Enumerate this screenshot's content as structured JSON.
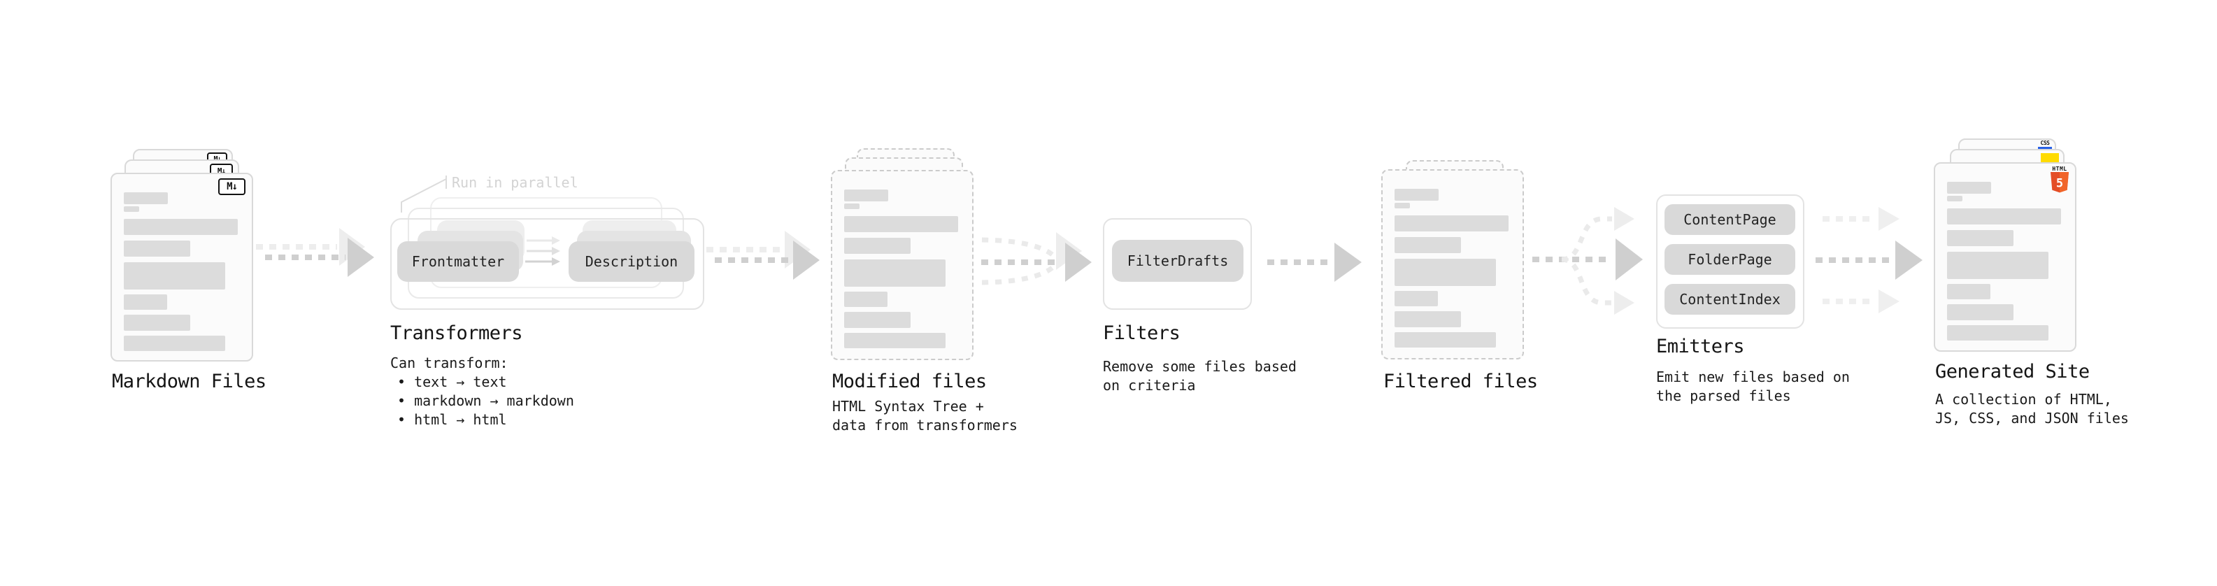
{
  "stages": {
    "markdown_files": {
      "label": "Markdown Files",
      "badge": "M↓"
    },
    "transformers": {
      "label": "Transformers",
      "annotation": "Run in parallel",
      "pills": [
        "Frontmatter",
        "Description"
      ],
      "sub": [
        "Can transform:",
        "• text → text",
        "• markdown → markdown",
        "• html → html"
      ]
    },
    "modified_files": {
      "label": "Modified files",
      "sub": [
        "HTML Syntax Tree +",
        "data from transformers"
      ]
    },
    "filters": {
      "label": "Filters",
      "pills": [
        "FilterDrafts"
      ],
      "sub": [
        "Remove some files based",
        "on criteria"
      ]
    },
    "filtered_files": {
      "label": "Filtered files"
    },
    "emitters": {
      "label": "Emitters",
      "pills": [
        "ContentPage",
        "FolderPage",
        "ContentIndex"
      ],
      "sub": [
        "Emit new files based on",
        "the parsed files"
      ]
    },
    "generated_site": {
      "label": "Generated Site",
      "sub": [
        "A collection of HTML,",
        "JS, CSS, and JSON files"
      ],
      "badges": {
        "css": "CSS",
        "html_word": "HTML",
        "html_number": "5"
      }
    }
  },
  "colors": {
    "arrow_dark": "#cfcfcf",
    "arrow_light": "#ededed",
    "pill_bg": "#d9d9d9",
    "content_bar": "#dcdcdc",
    "html5_orange": "#e44d26",
    "html5_orange_light": "#f16529",
    "js_yellow": "#ffdb00",
    "css_blue": "#2760e6"
  }
}
